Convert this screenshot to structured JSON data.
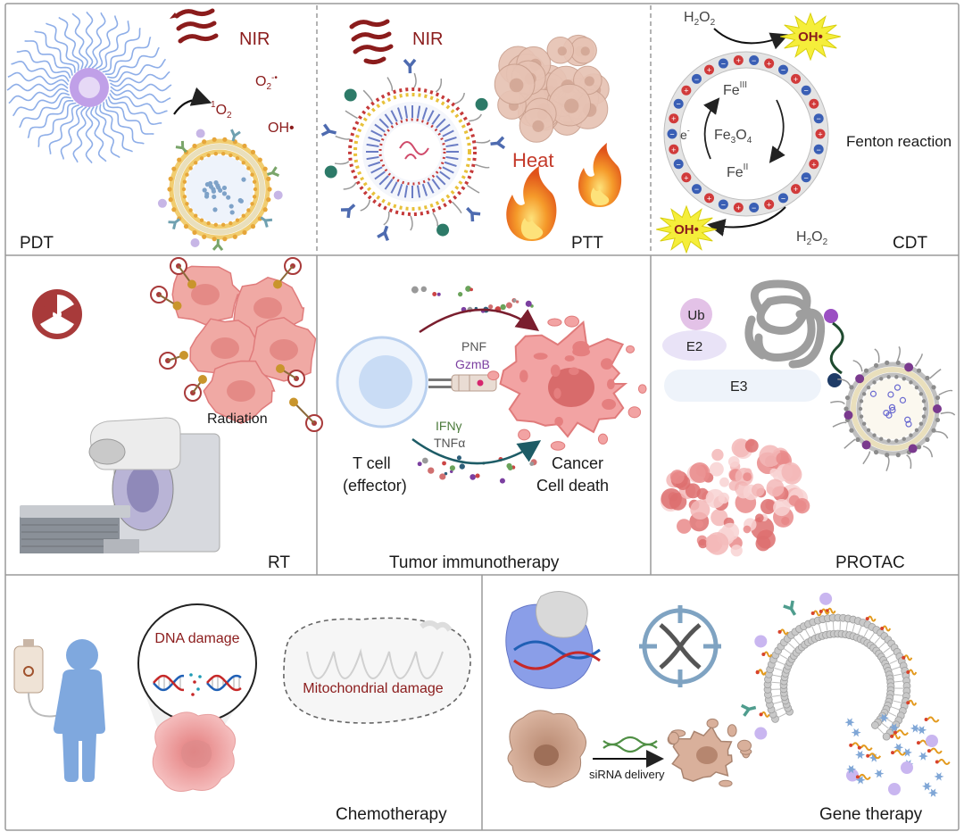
{
  "panels": {
    "pdt": {
      "label": "PDT",
      "nir": "NIR",
      "singlet_base": "O",
      "singlet_sup": "1",
      "singlet_sub": "2",
      "superoxide_base": "O",
      "superoxide_sub": "2",
      "superoxide_sup": "-•",
      "hydroxyl": "OH•"
    },
    "ptt": {
      "label": "PTT",
      "nir": "NIR",
      "heat": "Heat"
    },
    "cdt": {
      "label": "CDT",
      "h2o2_top": "H",
      "h2o2_bottom": "H",
      "sub2": "2",
      "o": "O",
      "oh_top": "OH•",
      "oh_bottom": "OH•",
      "fe3": "Fe",
      "fe3_sup": "III",
      "fe2": "Fe",
      "fe2_sup": "II",
      "fe3o4_a": "Fe",
      "fe3o4_b": "3",
      "fe3o4_c": "O",
      "fe3o4_d": "4",
      "electron": "e",
      "electron_sup": "-",
      "fenton": "Fenton reaction"
    },
    "rt": {
      "label": "RT",
      "radiation": "Radiation"
    },
    "immuno": {
      "label": "Tumor immunotherapy",
      "pnf": "PNF",
      "gzmb": "GzmB",
      "ifng": "IFNγ",
      "tnfa": "TNFα",
      "tcell_line1": "T cell",
      "tcell_line2": "(effector)",
      "cancer_line1": "Cancer",
      "cancer_line2": "Cell death"
    },
    "protac": {
      "label": "PROTAC",
      "ub": "Ub",
      "e2": "E2",
      "e3": "E3"
    },
    "chemo": {
      "label": "Chemotherapy",
      "dna_damage": "DNA damage",
      "mito_damage": "Mitochondrial damage"
    },
    "gene": {
      "label": "Gene therapy",
      "sirna": "siRNA delivery"
    }
  },
  "colors": {
    "border": "#9a9a9a",
    "dark_red": "#8b1c1c",
    "label": "#1a1a1a",
    "fe_text": "#444444",
    "purple_text": "#7b3fa0",
    "green_text": "#4b7a3a",
    "yellow_burst": "#f5ee3a",
    "cancer_pink": "#e98a8a",
    "tcell_blue": "#c9dcf5",
    "human_blue": "#7fa8de"
  }
}
